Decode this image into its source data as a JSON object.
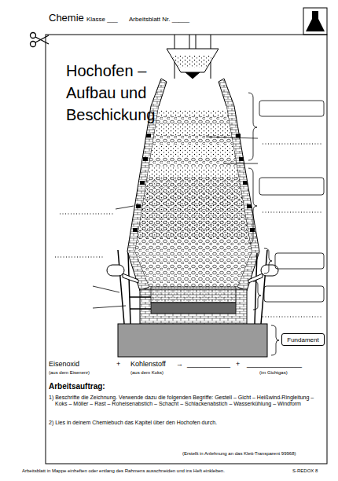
{
  "diagram": {
    "title": "Hochofen – Aufbau und Beschickung",
    "nodes": [
      {
        "text": [
          "Fundament"
        ]
      }
    ],
    "labels": [
      "Chemie",
      "Klasse ___",
      "Arbeitsblatt Nr. _____",
      "Eisenoxid",
      "+",
      "Kohlenstoff",
      "→",
      "___________",
      "+",
      "______________",
      "(aus dem Eisenerz)",
      "(aus dem Koks)",
      "(im Gichtgas)",
      "Arbeitsauftrag:",
      "1) Beschrifte die Zeichnung. Verwende dazu die folgenden Begriffe: Gestell – Gicht – Heißwind-Ringleitung – Koks – Möller – Rast – Roheisenabstich – Schacht – Schlackenabstich – Wasserkühlung – Windform",
      "2) Lies in deinem Chemiebuch das Kapitel über den Hochofen durch.",
      "(Erstellt in Anlehnung an das Klett-Transparent 99968)",
      "Arbeitsblatt in Mappe einheften oder entlang des Rahmens ausschneiden und ins Heft einkleben.",
      "S-REDOX 8"
    ]
  }
}
